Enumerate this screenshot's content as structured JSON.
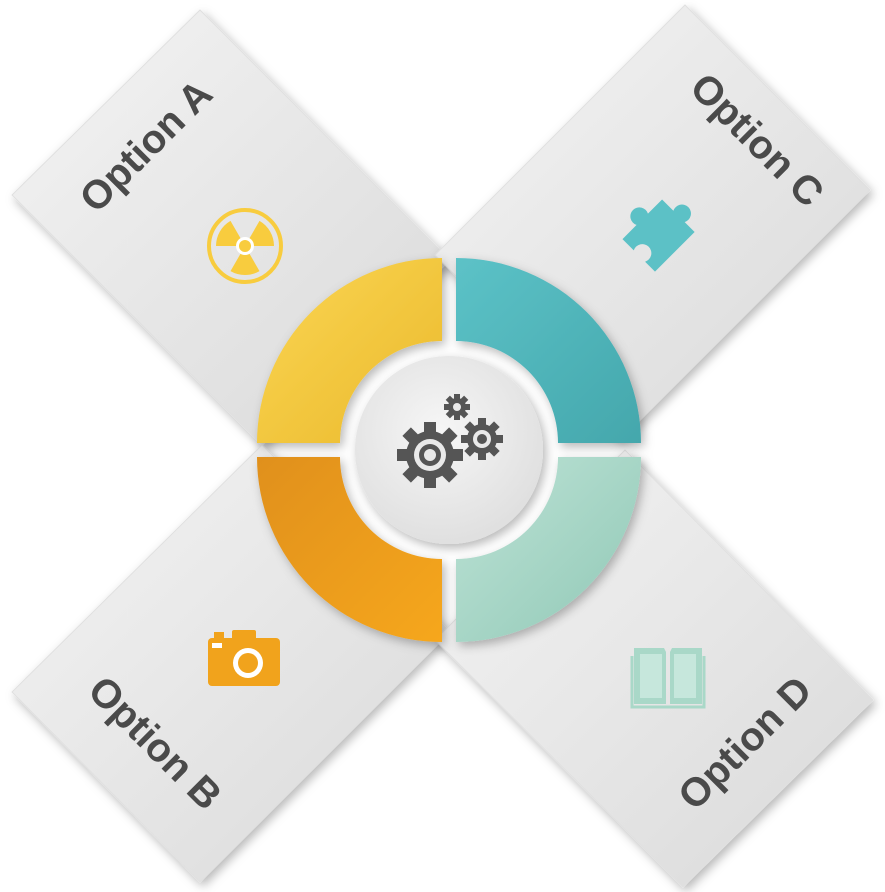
{
  "options": [
    {
      "id": "a",
      "label": "Option A",
      "icon": "radiation-icon",
      "color": "#F8CC3E"
    },
    {
      "id": "b",
      "label": "Option B",
      "icon": "camera-icon",
      "color": "#F1A31C"
    },
    {
      "id": "c",
      "label": "Option C",
      "icon": "puzzle-icon",
      "color": "#5CC1C6"
    },
    {
      "id": "d",
      "label": "Option D",
      "icon": "book-icon",
      "color": "#A9D8C8"
    }
  ],
  "center": {
    "icon": "gears-icon",
    "color": "#555555"
  }
}
